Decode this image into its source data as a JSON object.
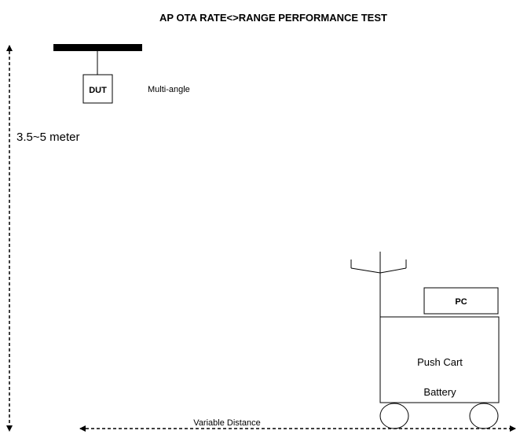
{
  "title": "AP OTA RATE<>RANGE PERFORMANCE TEST",
  "dut": {
    "label": "DUT",
    "note": "Multi-angle"
  },
  "height_label": "3.5~5 meter",
  "cart": {
    "pc_label": "PC",
    "cart_label": "Push Cart",
    "battery_label": "Battery"
  },
  "distance_label": "Variable Distance"
}
